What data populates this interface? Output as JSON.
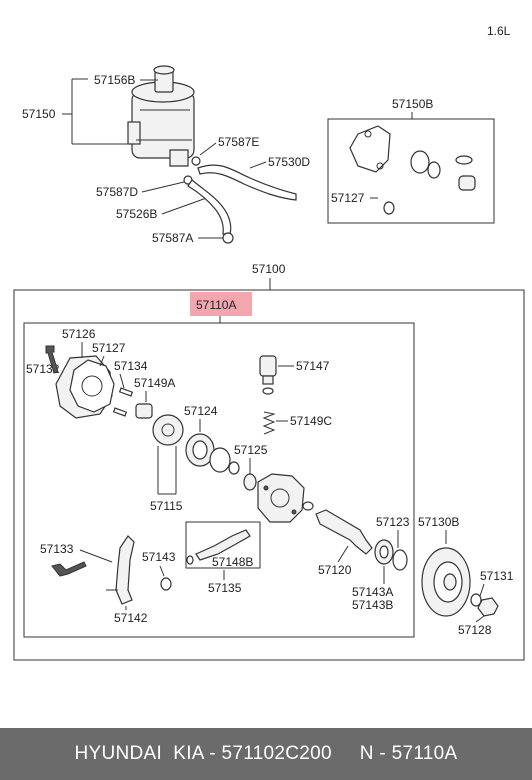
{
  "variant": "1.6L",
  "labels": {
    "p57156B": "57156B",
    "p57150": "57150",
    "p57587E": "57587E",
    "p57530D": "57530D",
    "p57587D": "57587D",
    "p57526B": "57526B",
    "p57587A": "57587A",
    "p57150B": "57150B",
    "p57127_kit": "57127",
    "p57100": "57100",
    "p57110A": "57110A",
    "p57126": "57126",
    "p57127": "57127",
    "p57132": "57132",
    "p57134": "57134",
    "p57149A": "57149A",
    "p57147": "57147",
    "p57124": "57124",
    "p57149C": "57149C",
    "p57125": "57125",
    "p57115": "57115",
    "p57123": "57123",
    "p57130B": "57130B",
    "p57133": "57133",
    "p57143": "57143",
    "p57148B": "57148B",
    "p57120": "57120",
    "p57131": "57131",
    "p57143A": "57143A",
    "p57143B": "57143B",
    "p57135": "57135",
    "p57142": "57142",
    "p57128": "57128"
  },
  "highlight": {
    "color": "#f4a6ae"
  },
  "footer": {
    "text": "HYUNDAI  KIA - 571102C200     N - 57110A"
  }
}
